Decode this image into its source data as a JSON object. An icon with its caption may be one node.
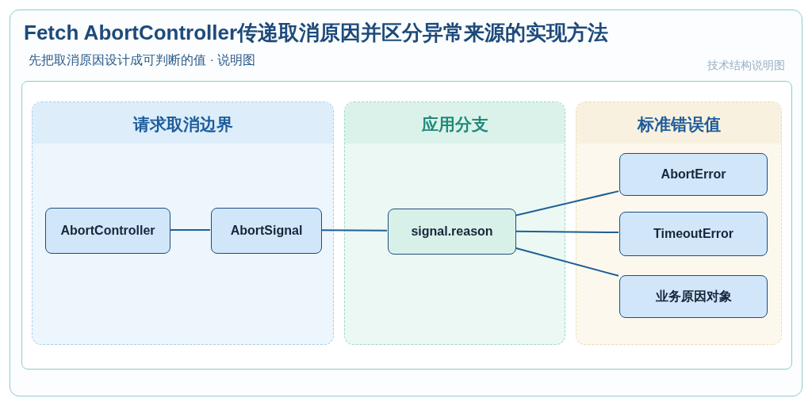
{
  "diagram": {
    "title": "Fetch AbortController传递取消原因并区分异常来源的实现方法",
    "nodes": [
      {
        "text": [
          "请求取消边界"
        ]
      },
      {
        "text": [
          "应用分支"
        ]
      },
      {
        "text": [
          "标准错误值"
        ]
      },
      {
        "text": [
          "AbortController"
        ],
        "in": 0
      },
      {
        "text": [
          "AbortSignal"
        ],
        "in": 0
      },
      {
        "text": [
          "signal.reason"
        ],
        "in": 1
      },
      {
        "text": [
          "AbortError"
        ],
        "in": 2
      },
      {
        "text": [
          "TimeoutError"
        ],
        "in": 2
      },
      {
        "text": [
          "业务原因对象"
        ],
        "in": 2
      }
    ],
    "edges": [
      {
        "from": 3,
        "to": 4,
        "arrow": "none"
      },
      {
        "from": 4,
        "to": 5,
        "arrow": "none"
      },
      {
        "from": 5,
        "to": 6,
        "arrow": "none"
      },
      {
        "from": 5,
        "to": 7,
        "arrow": "none"
      },
      {
        "from": 5,
        "to": 8,
        "arrow": "none"
      }
    ],
    "labels": [
      "先把取消原因设计成可判断的值 · 说明图",
      "技术结构说明图"
    ]
  }
}
